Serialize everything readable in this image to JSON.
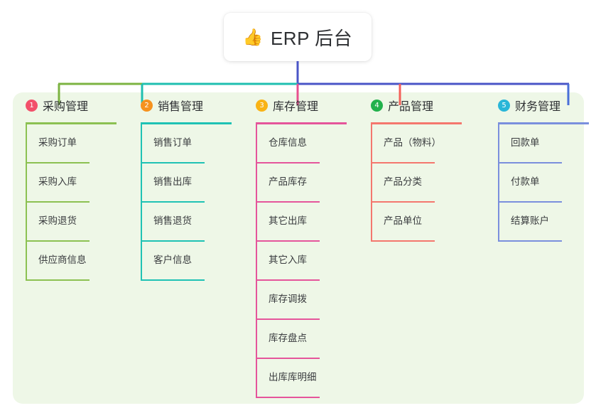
{
  "root": {
    "icon": "thumbs-up-icon",
    "icon_glyph": "👍",
    "label": "ERP 后台"
  },
  "panel": {
    "background": "#eef7e7"
  },
  "bus": {
    "segments": [
      "#7cb342",
      "#1fbfb0",
      "#4a55c7"
    ],
    "drop_colors": [
      "#7cb342",
      "#1fbfb0",
      "#e84f8f",
      "#f4605a",
      "#4a6fd8"
    ]
  },
  "columns": [
    {
      "index": "1",
      "badge_color": "#f2506a",
      "rule_color": "#8cc152",
      "line_color": "#8cc152",
      "title": "采购管理",
      "items": [
        "采购订单",
        "采购入库",
        "采购退货",
        "供应商信息"
      ]
    },
    {
      "index": "2",
      "badge_color": "#f6921e",
      "rule_color": "#1fc2b4",
      "line_color": "#1fc2b4",
      "title": "销售管理",
      "items": [
        "销售订单",
        "销售出库",
        "销售退货",
        "客户信息"
      ]
    },
    {
      "index": "3",
      "badge_color": "#f9b315",
      "rule_color": "#e5559b",
      "line_color": "#e5559b",
      "title": "库存管理",
      "items": [
        "仓库信息",
        "产品库存",
        "其它出库",
        "其它入库",
        "库存调拨",
        "库存盘点",
        "出库库明细"
      ]
    },
    {
      "index": "4",
      "badge_color": "#22b14c",
      "rule_color": "#f4776e",
      "line_color": "#f4776e",
      "title": "产品管理",
      "items": [
        "产品（物料）",
        "产品分类",
        "产品单位"
      ]
    },
    {
      "index": "5",
      "badge_color": "#29b6d8",
      "rule_color": "#7a8fdd",
      "line_color": "#7a8fdd",
      "title": "财务管理",
      "items": [
        "回款单",
        "付款单",
        "结算账户"
      ]
    }
  ]
}
